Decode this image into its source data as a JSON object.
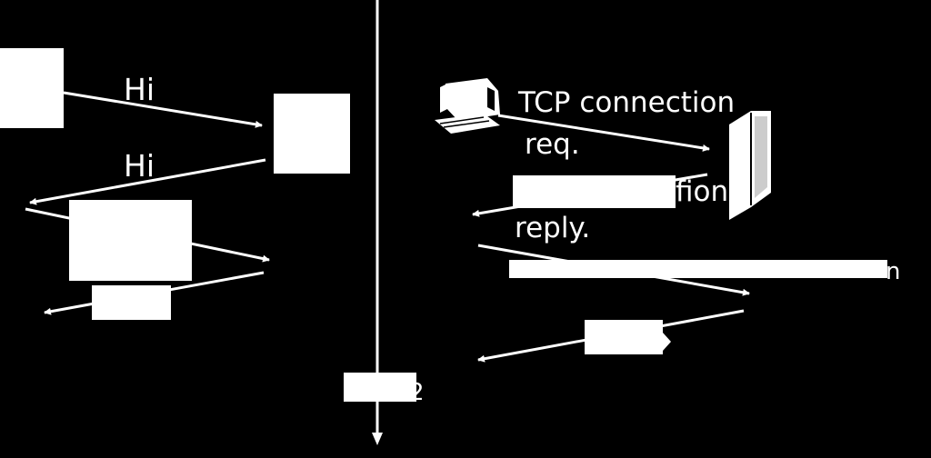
{
  "labels": {
    "hi_request": "Hi",
    "hi_reply": "Hi",
    "tcp_request_line1": "TCP connection",
    "tcp_request_line2": "req.",
    "tcp_reply_line1_tail": "fion",
    "tcp_reply_line2": "reply.",
    "get_tail": "n",
    "time_tail": "2"
  },
  "icons": {
    "client": "computer-icon",
    "server": "server-icon"
  },
  "colors": {
    "background": "#000000",
    "foreground": "#ffffff"
  }
}
